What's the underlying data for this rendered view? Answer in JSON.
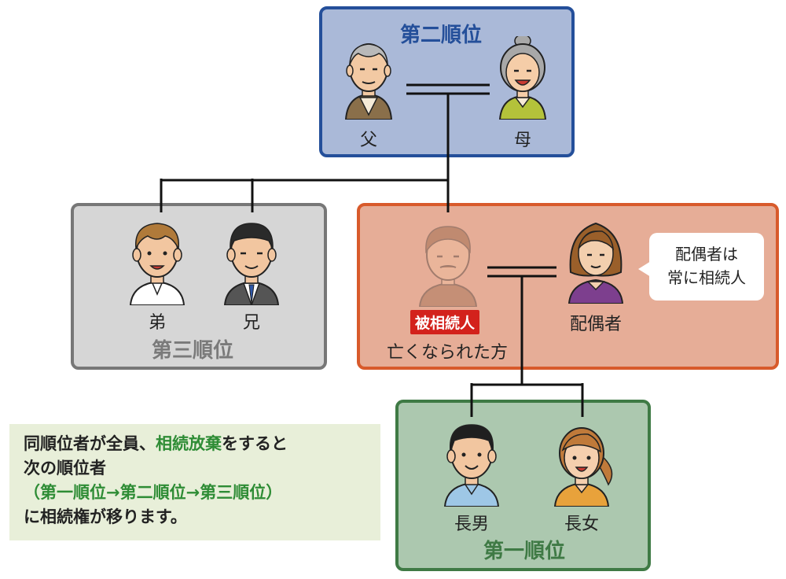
{
  "second_rank": {
    "title": "第二順位",
    "father": "父",
    "mother": "母"
  },
  "third_rank": {
    "title": "第三順位",
    "younger_brother": "弟",
    "older_brother": "兄"
  },
  "deceased": {
    "badge": "被相続人",
    "caption": "亡くなられた方",
    "spouse": "配偶者"
  },
  "bubble": {
    "line1": "配偶者は",
    "line2": "常に相続人"
  },
  "first_rank": {
    "title": "第一順位",
    "eldest_son": "長男",
    "eldest_daughter": "長女"
  },
  "note": {
    "line1_a": "同順位者が全員、",
    "line1_b": "相続放棄",
    "line1_c": "をすると",
    "line2": "次の順位者",
    "line3": "（第一順位→第二順位→第三順位）",
    "line4": "に相続権が移ります。"
  }
}
